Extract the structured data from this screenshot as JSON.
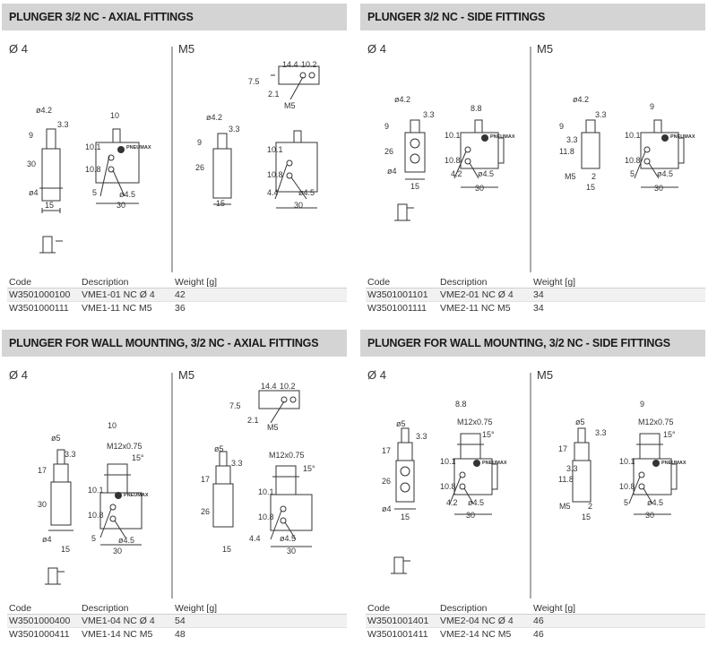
{
  "columns": {
    "code": "Code",
    "description": "Description",
    "weight": "Weight [g]"
  },
  "panels": [
    {
      "title": "PLUNGER 3/2 NC - AXIAL FITTINGS",
      "left_label": "Ø 4",
      "right_label": "M5",
      "rows": [
        {
          "code": "W3501000100",
          "description": "VME1-01 NC Ø 4",
          "weight": "42"
        },
        {
          "code": "W3501000111",
          "description": "VME1-11 NC M5",
          "weight": "36"
        }
      ]
    },
    {
      "title": "PLUNGER 3/2 NC - SIDE FITTINGS",
      "left_label": "Ø 4",
      "right_label": "M5",
      "rows": [
        {
          "code": "W3501001101",
          "description": "VME2-01 NC Ø 4",
          "weight": "34"
        },
        {
          "code": "W3501001111",
          "description": "VME2-11 NC M5",
          "weight": "34"
        }
      ]
    },
    {
      "title": "PLUNGER FOR WALL MOUNTING, 3/2 NC - AXIAL FITTINGS",
      "left_label": "Ø 4",
      "right_label": "M5",
      "rows": [
        {
          "code": "W3501000400",
          "description": "VME1-04 NC Ø 4",
          "weight": "54"
        },
        {
          "code": "W3501000411",
          "description": "VME1-14 NC M5",
          "weight": "48"
        }
      ]
    },
    {
      "title": "PLUNGER FOR WALL MOUNTING, 3/2 NC - SIDE FITTINGS",
      "left_label": "Ø 4",
      "right_label": "M5",
      "rows": [
        {
          "code": "W3501001401",
          "description": "VME2-04 NC Ø 4",
          "weight": "46"
        },
        {
          "code": "W3501001411",
          "description": "VME2-14 NC M5",
          "weight": "46"
        }
      ]
    }
  ],
  "dims": {
    "p0": {
      "d42": "ø4.2",
      "d33": "3.3",
      "d9": "9",
      "d30": "30",
      "d4": "ø4",
      "d15": "15",
      "d10": "10",
      "d108": "10.8",
      "d101": "10.1",
      "d5": "5",
      "d45": "ø4.5",
      "d30b": "30",
      "r42": "ø4.2",
      "r33": "3.3",
      "r9": "9",
      "r26": "26",
      "r15": "15",
      "r144": "14.4",
      "r102": "10.2",
      "r75": "7.5",
      "r21": "2.1",
      "rm5": "M5",
      "r108": "10.8",
      "r101": "10.1",
      "r44": "4.4",
      "r45": "ø4.5",
      "r30": "30"
    },
    "p1": {
      "d42": "ø4.2",
      "d33": "3.3",
      "d9": "9",
      "d26": "26",
      "d4": "ø4",
      "d15": "15",
      "d88": "8.8",
      "d108": "10.8",
      "d101": "10.1",
      "d42b": "4.2",
      "d45": "ø4.5",
      "d30": "30",
      "r42": "ø4.2",
      "r33": "3.3",
      "r9": "9",
      "r118": "11.8",
      "r33b": "3.3",
      "r9b": "9",
      "rm5": "M5",
      "r2": "2",
      "r15": "15",
      "r108": "10.8",
      "r101": "10.1",
      "r5": "5",
      "r45": "ø4.5",
      "r30": "30"
    },
    "p2": {
      "d5": "ø5",
      "d33": "3.3",
      "d17": "17",
      "d30": "30",
      "d4": "ø4",
      "d15": "15",
      "d10": "10",
      "dm12": "M12x0.75",
      "d155": "15°",
      "d108": "10.8",
      "d101": "10.1",
      "d5b": "5",
      "d45": "ø4.5",
      "d30b": "30",
      "r5": "ø5",
      "r33": "3.3",
      "r17": "17",
      "r26": "26",
      "r15": "15",
      "r144": "14.4",
      "r102": "10.2",
      "r75": "7.5",
      "r21": "2.1",
      "rm5": "M5",
      "rm12": "M12x0.75",
      "r155": "15°",
      "r108": "10.8",
      "r101": "10.1",
      "r44": "4.4",
      "r45": "ø4.5",
      "r30": "30"
    },
    "p3": {
      "d5": "ø5",
      "d33": "3.3",
      "d17": "17",
      "d26": "26",
      "d4": "ø4",
      "d15": "15",
      "d88": "8.8",
      "dm12": "M12x0.75",
      "d155": "15°",
      "d108": "10.8",
      "d101": "10.1",
      "d42": "4.2",
      "d45": "ø4.5",
      "d30": "30",
      "r5": "ø5",
      "r33": "3.3",
      "r17": "17",
      "r118": "11.8",
      "r33b": "3.3",
      "rm5": "M5",
      "r2": "2",
      "r15": "15",
      "r9": "9",
      "rm12": "M12x0.75",
      "r155": "15°",
      "r108": "10.8",
      "r101": "10.1",
      "r5b": "5",
      "r45": "ø4.5",
      "r30": "30"
    }
  },
  "logo_text": "PNEUMAX"
}
